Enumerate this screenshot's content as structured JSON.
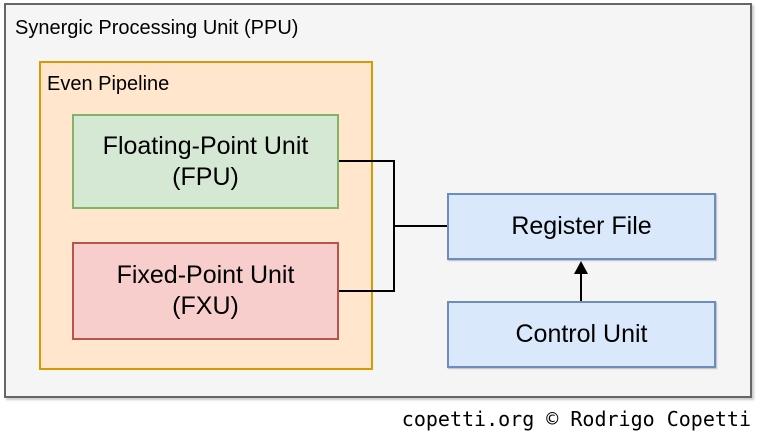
{
  "diagram": {
    "title": "Synergic Processing Unit (PPU)",
    "pipeline": {
      "label": "Even Pipeline"
    },
    "nodes": {
      "fpu": {
        "line1": "Floating-Point Unit",
        "line2": "(FPU)"
      },
      "fxu": {
        "line1": "Fixed-Point Unit",
        "line2": "(FXU)"
      },
      "register_file": {
        "label": "Register File"
      },
      "control_unit": {
        "label": "Control Unit"
      }
    },
    "edges": [
      {
        "from": "fpu",
        "to": "register_file",
        "style": "plain-orthogonal"
      },
      {
        "from": "fxu",
        "to": "register_file",
        "style": "plain-orthogonal"
      },
      {
        "from": "control_unit",
        "to": "register_file",
        "style": "arrow-up"
      }
    ]
  },
  "caption": "copetti.org © Rodrigo Copetti",
  "colors": {
    "outer-fill": "#f5f5f5",
    "outer-stroke": "#666666",
    "pipeline-fill": "#ffe6cc",
    "pipeline-stroke": "#d79b00",
    "fpu-fill": "#d5e8d4",
    "fpu-stroke": "#82b366",
    "fxu-fill": "#f8cecc",
    "fxu-stroke": "#b85450",
    "blue-fill": "#dae8fc",
    "blue-stroke": "#6c8ebf",
    "line-color": "#000000"
  }
}
